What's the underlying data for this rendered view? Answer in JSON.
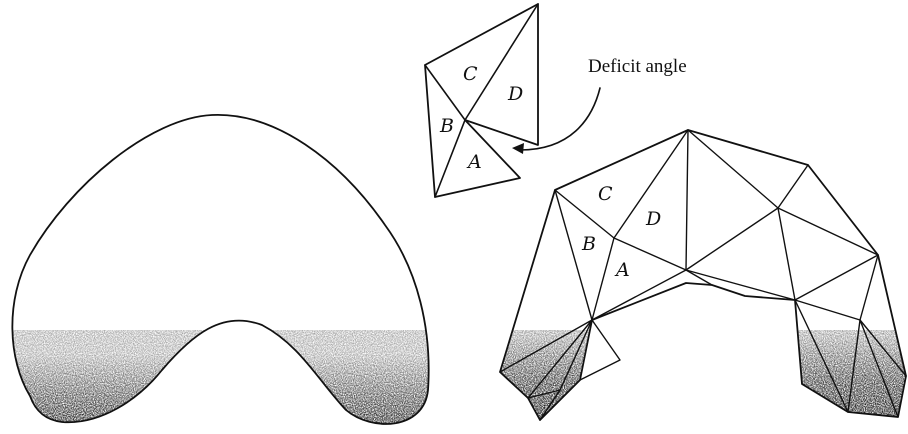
{
  "annotation": {
    "text": "Deficit angle"
  },
  "small_triangles": {
    "labels": [
      "A",
      "B",
      "C",
      "D"
    ]
  },
  "mesh": {
    "labels": [
      "A",
      "B",
      "C",
      "D"
    ]
  }
}
